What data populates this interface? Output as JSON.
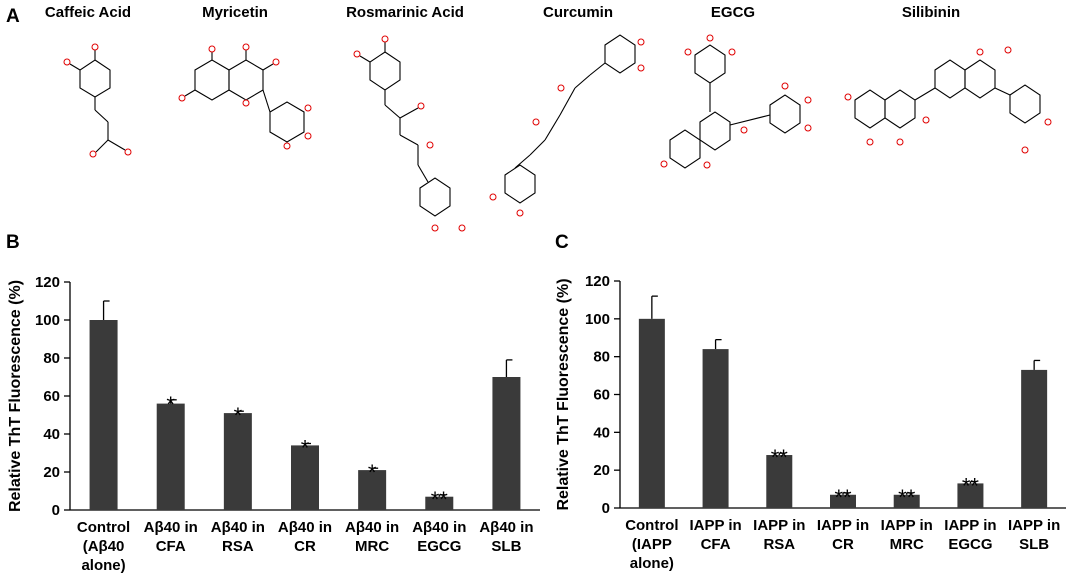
{
  "panels": {
    "a": "A",
    "b": "B",
    "c": "C"
  },
  "molecules": [
    "Caffeic Acid",
    "Myricetin",
    "Rosmarinic Acid",
    "Curcumin",
    "EGCG",
    "Silibinin"
  ],
  "colors": {
    "bar": "#3a3a3a",
    "oxygen": "#e00000"
  },
  "chart_data": [
    {
      "type": "bar",
      "title": "",
      "ylabel": "Relative ThT Fluorescence (%)",
      "ylim": [
        0,
        120
      ],
      "yticks": [
        0,
        20,
        40,
        60,
        80,
        100,
        120
      ],
      "categories": [
        [
          "Control",
          "(Aβ40",
          "alone)"
        ],
        [
          "Aβ40 in",
          "CFA"
        ],
        [
          "Aβ40 in",
          "RSA"
        ],
        [
          "Aβ40 in",
          "CR"
        ],
        [
          "Aβ40 in",
          "MRC"
        ],
        [
          "Aβ40 in",
          "EGCG"
        ],
        [
          "Aβ40 in",
          "SLB"
        ]
      ],
      "values": [
        100,
        56,
        51,
        34,
        21,
        7,
        70
      ],
      "errors": [
        10,
        2,
        1,
        1,
        1,
        1,
        9
      ],
      "significance": [
        "",
        "*",
        "*",
        "*",
        "*",
        "**",
        ""
      ]
    },
    {
      "type": "bar",
      "title": "",
      "ylabel": "Relative ThT Fluorescence (%)",
      "ylim": [
        0,
        120
      ],
      "yticks": [
        0,
        20,
        40,
        60,
        80,
        100,
        120
      ],
      "categories": [
        [
          "Control",
          "(IAPP",
          "alone)"
        ],
        [
          "IAPP in",
          "CFA"
        ],
        [
          "IAPP in",
          "RSA"
        ],
        [
          "IAPP in",
          "CR"
        ],
        [
          "IAPP in",
          "MRC"
        ],
        [
          "IAPP in",
          "EGCG"
        ],
        [
          "IAPP in",
          "SLB"
        ]
      ],
      "values": [
        100,
        84,
        28,
        7,
        7,
        13,
        73
      ],
      "errors": [
        12,
        5,
        1,
        1,
        1,
        1,
        5
      ],
      "significance": [
        "",
        "",
        "**",
        "**",
        "**",
        "**",
        ""
      ]
    }
  ]
}
